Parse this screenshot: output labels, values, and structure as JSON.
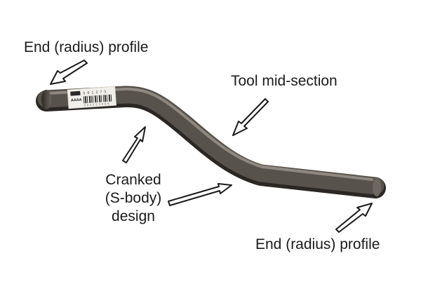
{
  "labels": {
    "end_profile_top": "End (radius) profile",
    "mid_section": "Tool mid-section",
    "cranked_lines": [
      "Cranked",
      "(S-body)",
      "design"
    ],
    "end_profile_bottom": "End (radius) profile"
  },
  "sticker_text": [
    "5 0 1 2 7 5",
    "AAAA",
    "9 8 4 2 5 3 9 0 6"
  ],
  "colors": {
    "background": "#ffffff",
    "tool_metal": "#55504b",
    "tool_dark": "#2f2c29",
    "tool_highlight": "#9b958e",
    "arrow_outline": "#1a1a1a",
    "arrow_fill": "#ffffff",
    "label_text": "#1a1a1a"
  }
}
